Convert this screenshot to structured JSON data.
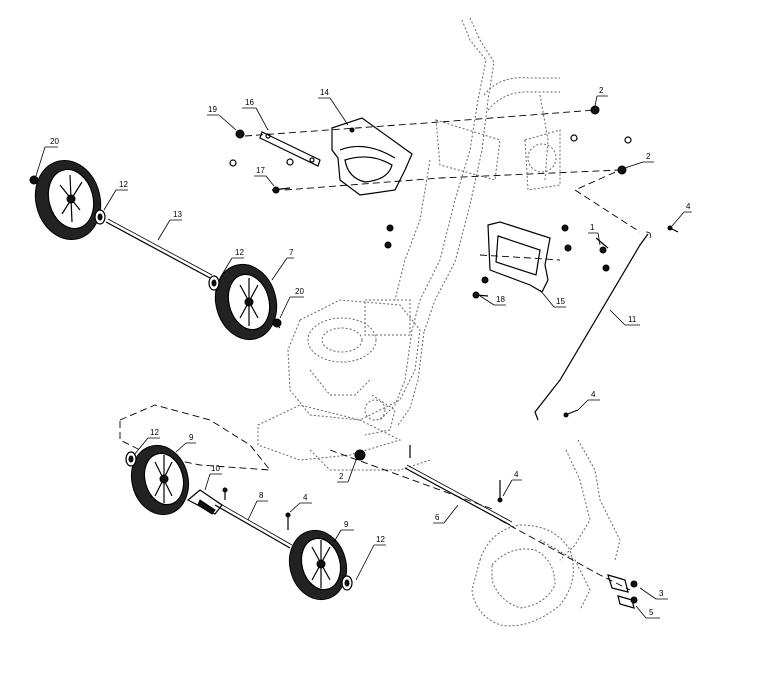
{
  "callouts": [
    {
      "id": "c20a",
      "text": "20"
    },
    {
      "id": "c12a",
      "text": "12"
    },
    {
      "id": "c13",
      "text": "13"
    },
    {
      "id": "c12b",
      "text": "12"
    },
    {
      "id": "c7",
      "text": "7"
    },
    {
      "id": "c20b",
      "text": "20"
    },
    {
      "id": "c19",
      "text": "19"
    },
    {
      "id": "c16",
      "text": "16"
    },
    {
      "id": "c14",
      "text": "14"
    },
    {
      "id": "c17",
      "text": "17"
    },
    {
      "id": "c2a",
      "text": "2"
    },
    {
      "id": "c2b",
      "text": "2"
    },
    {
      "id": "c1",
      "text": "1"
    },
    {
      "id": "c4a",
      "text": "4"
    },
    {
      "id": "c15",
      "text": "15"
    },
    {
      "id": "c18",
      "text": "18"
    },
    {
      "id": "c11",
      "text": "11"
    },
    {
      "id": "c4b",
      "text": "4"
    },
    {
      "id": "c12c",
      "text": "12"
    },
    {
      "id": "c9a",
      "text": "9"
    },
    {
      "id": "c10",
      "text": "10"
    },
    {
      "id": "c8",
      "text": "8"
    },
    {
      "id": "c4c",
      "text": "4"
    },
    {
      "id": "c2c",
      "text": "2"
    },
    {
      "id": "c4d",
      "text": "4"
    },
    {
      "id": "c6",
      "text": "6"
    },
    {
      "id": "c9b",
      "text": "9"
    },
    {
      "id": "c12d",
      "text": "12"
    },
    {
      "id": "c3",
      "text": "3"
    },
    {
      "id": "c5",
      "text": "5"
    }
  ]
}
